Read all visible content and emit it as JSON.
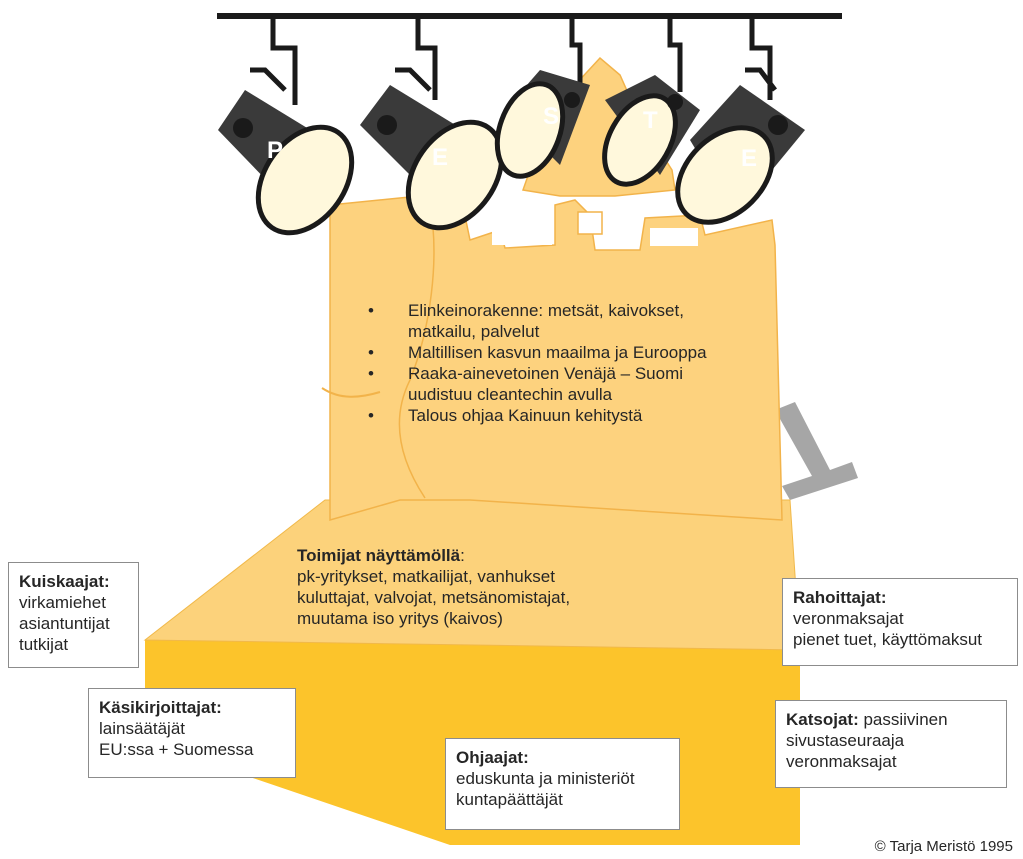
{
  "diagram": {
    "lights": [
      "P",
      "E",
      "S",
      "T",
      "E"
    ],
    "castle_bullets": [
      [
        "Elinkeinorakenne: metsät, kaivokset,",
        "matkailu, palvelut"
      ],
      [
        "Maltillisen kasvun maailma ja Eurooppa"
      ],
      [
        "Raaka-ainevetoinen Venäjä – Suomi",
        "uudistuu cleantechin avulla"
      ],
      [
        "Talous ohjaa Kainuun kehitystä"
      ]
    ],
    "actors": {
      "title": "Toimijat näyttämöllä",
      "suffix": ":",
      "lines": [
        "pk-yritykset, matkailijat, vanhukset",
        "kuluttajat, valvojat, metsänomistajat,",
        "muutama iso yritys (kaivos)"
      ]
    },
    "boxes": {
      "kuiskaajat": {
        "title": "Kuiskaajat:",
        "lines": [
          "virkamiehet",
          "asiantuntijat",
          "tutkijat"
        ]
      },
      "kasikirjoittajat": {
        "title": "Käsikirjoittajat:",
        "lines": [
          "lainsäätäjät",
          "EU:ssa + Suomessa"
        ]
      },
      "ohjaajat": {
        "title": "Ohjaajat:",
        "lines": [
          "eduskunta ja ministeriöt",
          "kuntapäättäjät"
        ]
      },
      "rahoittajat": {
        "title": "Rahoittajat:",
        "lines": [
          "veronmaksajat",
          "pienet tuet, käyttömaksut"
        ]
      },
      "katsojat": {
        "title": "Katsojat:",
        "inline": "passiivinen",
        "lines": [
          "sivustaseuraaja",
          "veronmaksajat"
        ]
      }
    },
    "copyright": "© Tarja Meristö 1995",
    "colors": {
      "castle": "#fdd27e",
      "stage_top": "#fcd27b",
      "stage_front": "#fcc42b",
      "lamp": "#3a3a3a",
      "rail": "#1a1a1a",
      "stand": "#a6a6a6"
    }
  }
}
